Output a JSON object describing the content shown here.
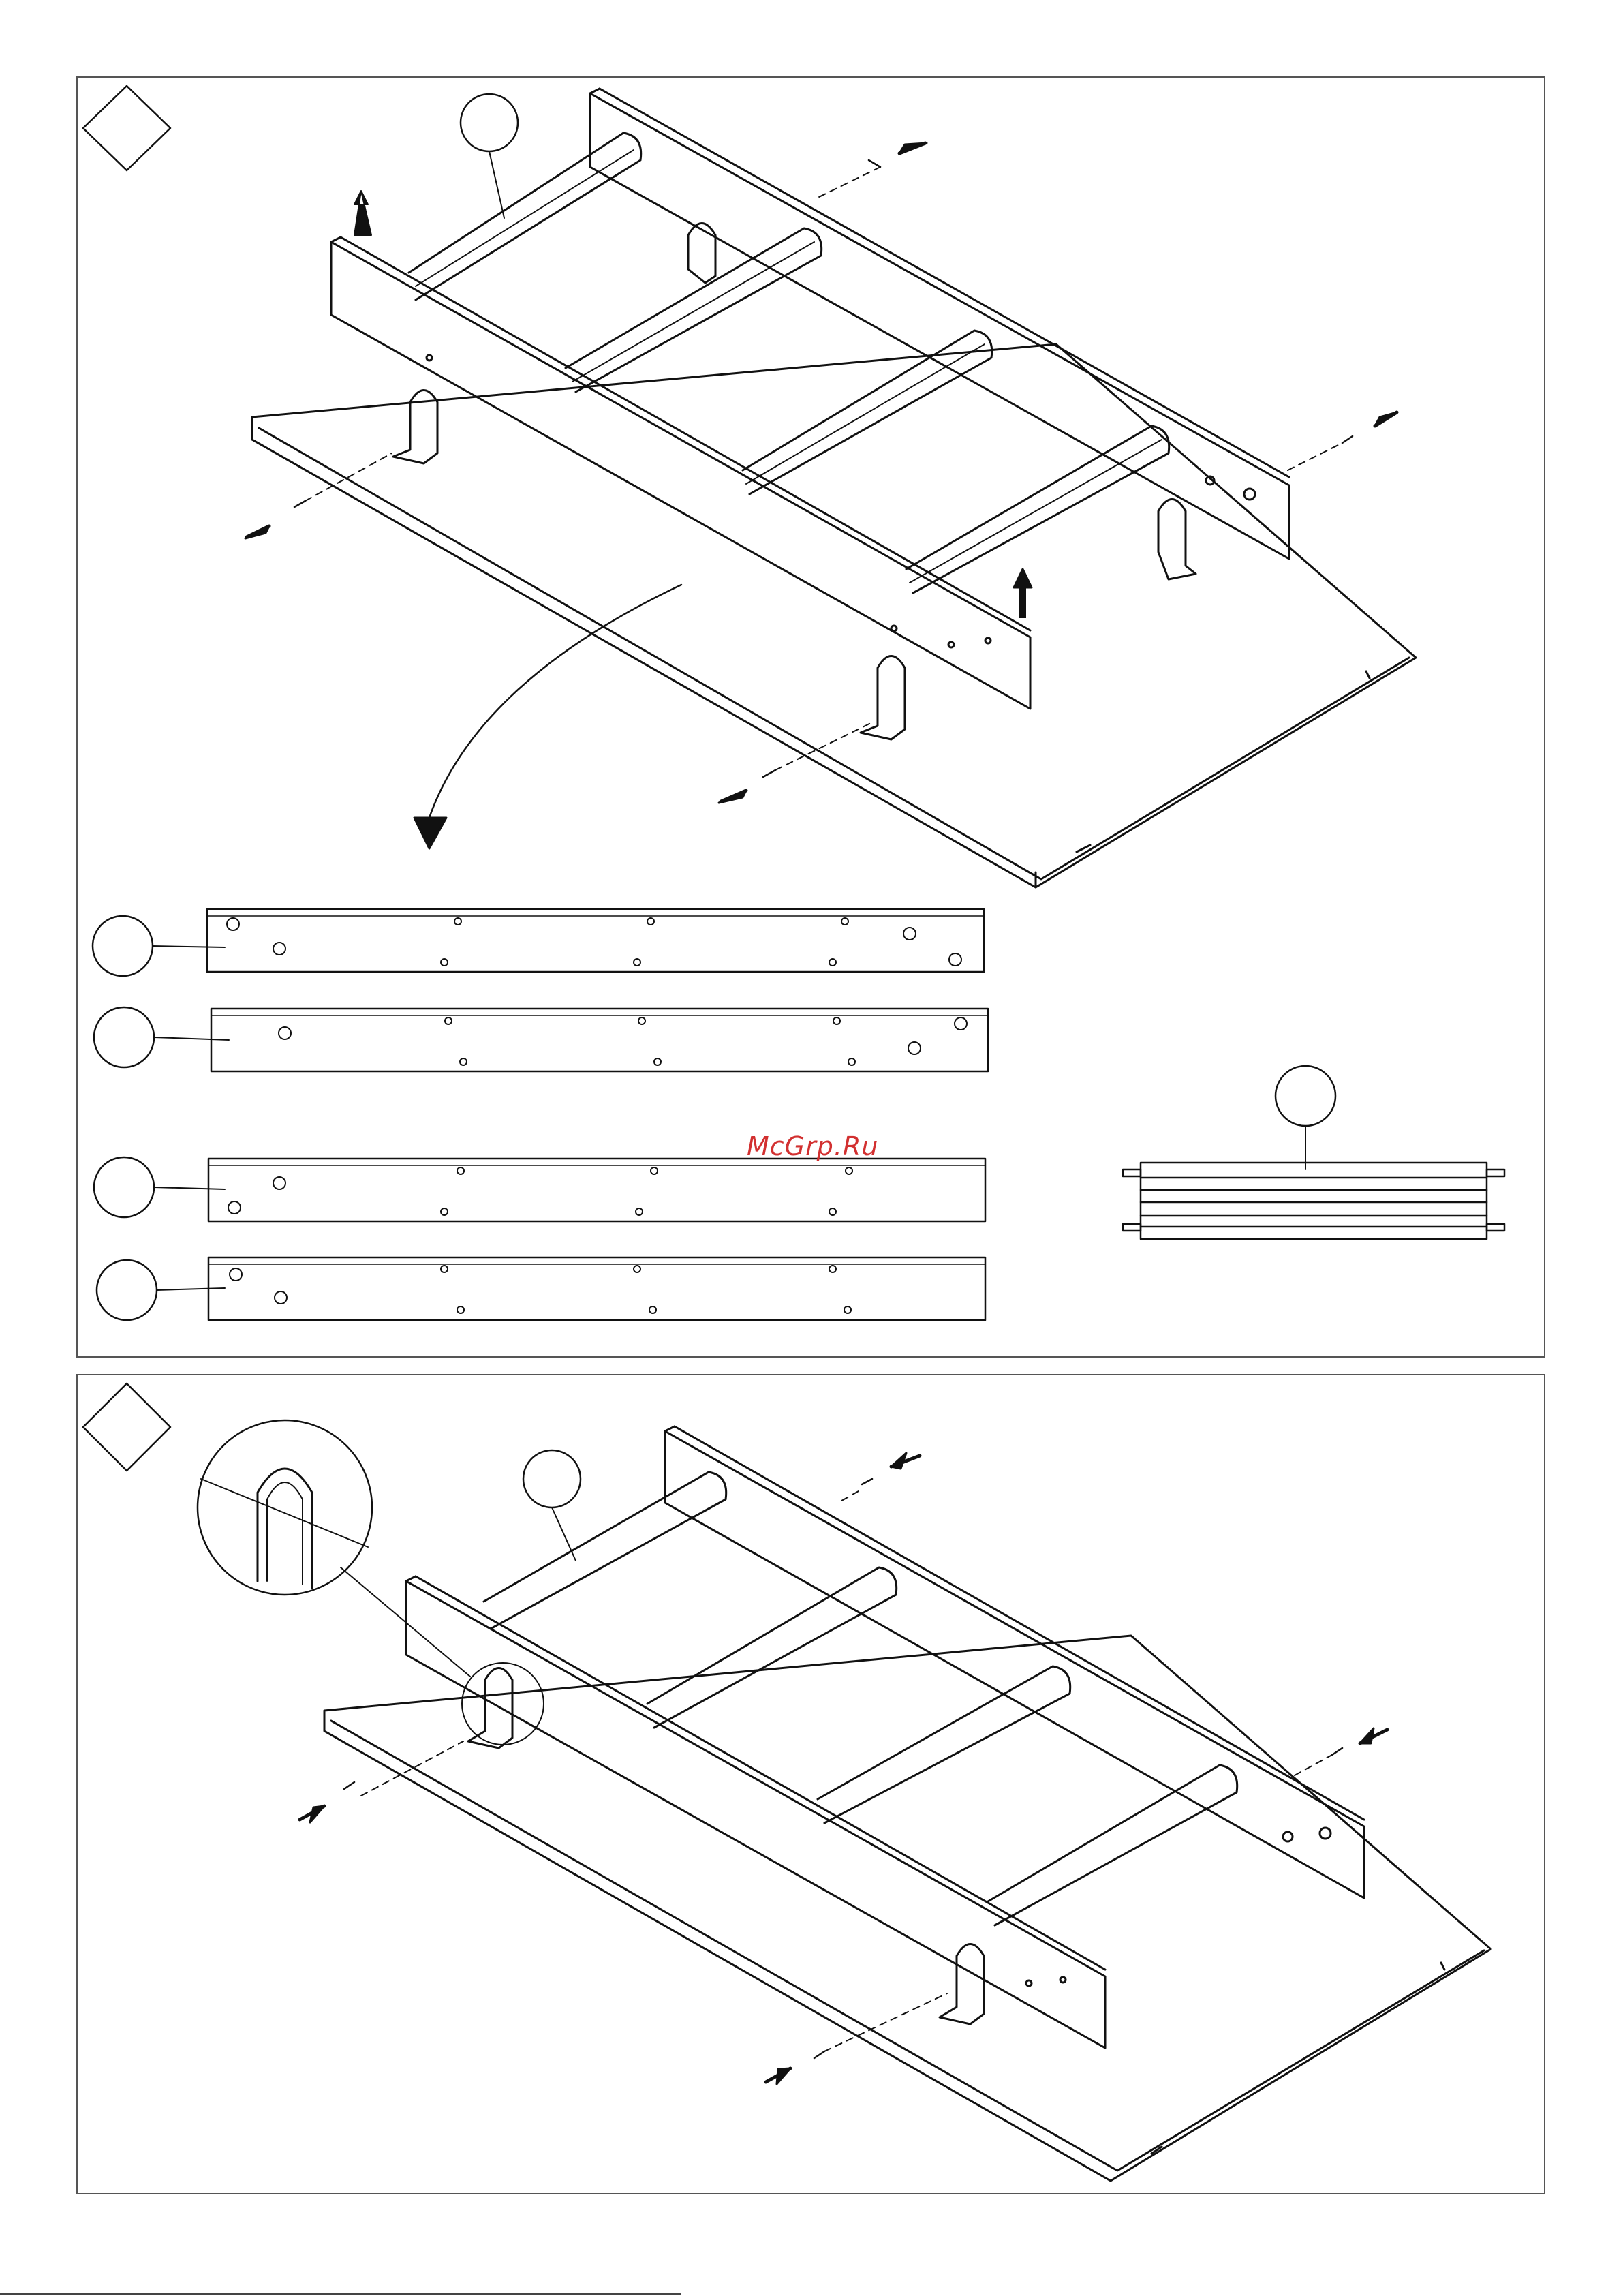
{
  "document": {
    "watermark": "McGrp.Ru",
    "steps": [
      {
        "step_marker": "diamond",
        "callout_circles": 6
      },
      {
        "step_marker": "diamond",
        "callout_circles": 2
      }
    ],
    "icons": [
      "diamond-step-icon",
      "arrow-icon",
      "screw-icon",
      "bracket-icon",
      "detail-magnifier"
    ]
  }
}
